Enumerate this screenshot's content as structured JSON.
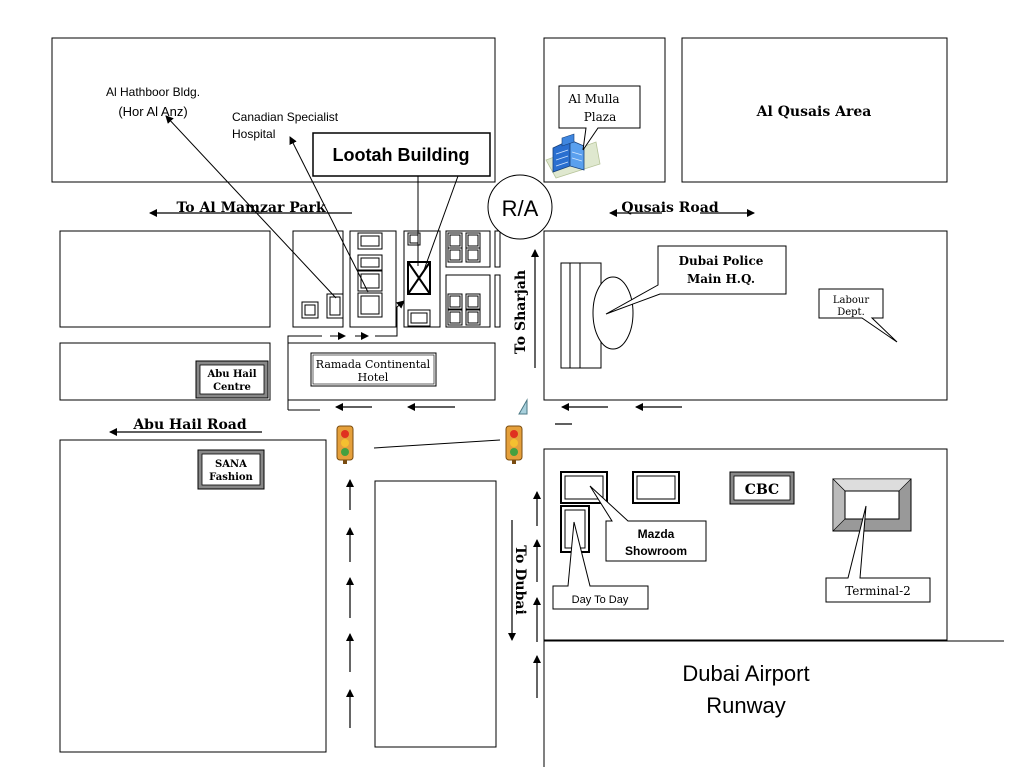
{
  "labels": {
    "al_hathboor": "Al Hathboor Bldg.",
    "hor_al_anz": "(Hor Al Anz)",
    "canadian_1": "Canadian Specialist",
    "canadian_2": "Hospital",
    "lootah": "Lootah Building",
    "al_mulla_1": "Al Mulla",
    "al_mulla_2": "Plaza",
    "al_qusais": "Al Qusais Area",
    "roundabout": "R/A",
    "to_al_mamzar": "To Al Mamzar Park",
    "qusais_road": "Qusais Road",
    "to_sharjah": "To Sharjah",
    "police_1": "Dubai Police",
    "police_2": "Main H.Q.",
    "labour_1": "Labour",
    "labour_2": "Dept.",
    "abu_hail_centre_1": "Abu Hail",
    "abu_hail_centre_2": "Centre",
    "ramada_1": "Ramada Continental",
    "ramada_2": "Hotel",
    "abu_hail_road": "Abu Hail Road",
    "sana_1": "SANA",
    "sana_2": "Fashion",
    "cbc": "CBC",
    "mazda_1": "Mazda",
    "mazda_2": "Showroom",
    "to_dubai": "To Dubai",
    "day_to_day": "Day To Day",
    "terminal_2": "Terminal-2",
    "airport_1": "Dubai Airport",
    "airport_2": "Runway"
  },
  "icons": {
    "traffic_light": "traffic-light-icon",
    "building": "office-building-icon"
  }
}
